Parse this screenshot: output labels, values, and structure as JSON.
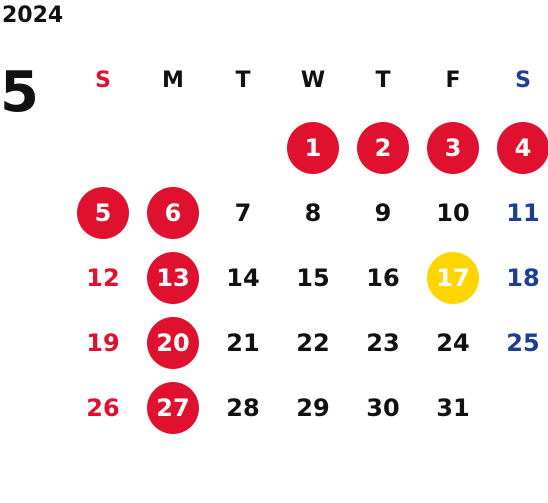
{
  "year": "2024",
  "month": "5",
  "weekdays": [
    "S",
    "M",
    "T",
    "W",
    "T",
    "F",
    "S"
  ],
  "weekday_colors": [
    "#e0102f",
    "#111111",
    "#111111",
    "#111111",
    "#111111",
    "#111111",
    "#1e3d94"
  ],
  "colors": {
    "holiday_circle": "#e0102f",
    "today_circle": "#ffd500",
    "sunday_text": "#e0102f",
    "saturday_text": "#1e3d94",
    "default_text": "#111111"
  },
  "first_weekday_index": 3,
  "days_in_month": 31,
  "holidays": [
    1,
    2,
    3,
    4,
    5,
    6,
    13,
    20,
    27
  ],
  "today": 17,
  "weeks": [
    [
      "",
      "",
      "",
      "1",
      "2",
      "3",
      "4"
    ],
    [
      "5",
      "6",
      "7",
      "8",
      "9",
      "10",
      "11"
    ],
    [
      "12",
      "13",
      "14",
      "15",
      "16",
      "17",
      "18"
    ],
    [
      "19",
      "20",
      "21",
      "22",
      "23",
      "24",
      "25"
    ],
    [
      "26",
      "27",
      "28",
      "29",
      "30",
      "31",
      ""
    ]
  ]
}
